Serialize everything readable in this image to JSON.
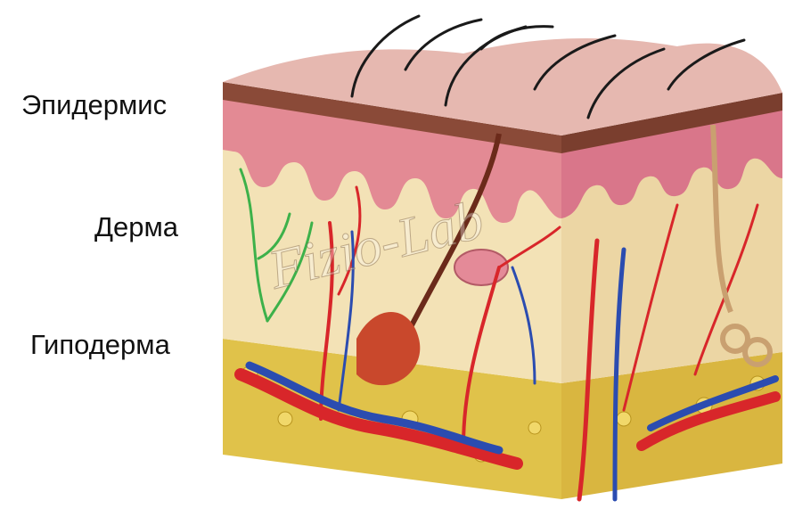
{
  "labels": {
    "epidermis": "Эпидермис",
    "dermis": "Дерма",
    "hypodermis": "Гиподерма"
  },
  "watermark": "Fizio-Lab",
  "colors": {
    "epidermis_top": "#e6b8b0",
    "epidermis_layer": "#8a4a38",
    "dermis_pink": "#e38a94",
    "dermis_beige": "#f3e2b6",
    "hypodermis_yellow": "#e0c24a",
    "artery": "#d8262a",
    "vein": "#2b4cb0",
    "nerve": "#3db14a",
    "hair": "#1a1a1a"
  }
}
